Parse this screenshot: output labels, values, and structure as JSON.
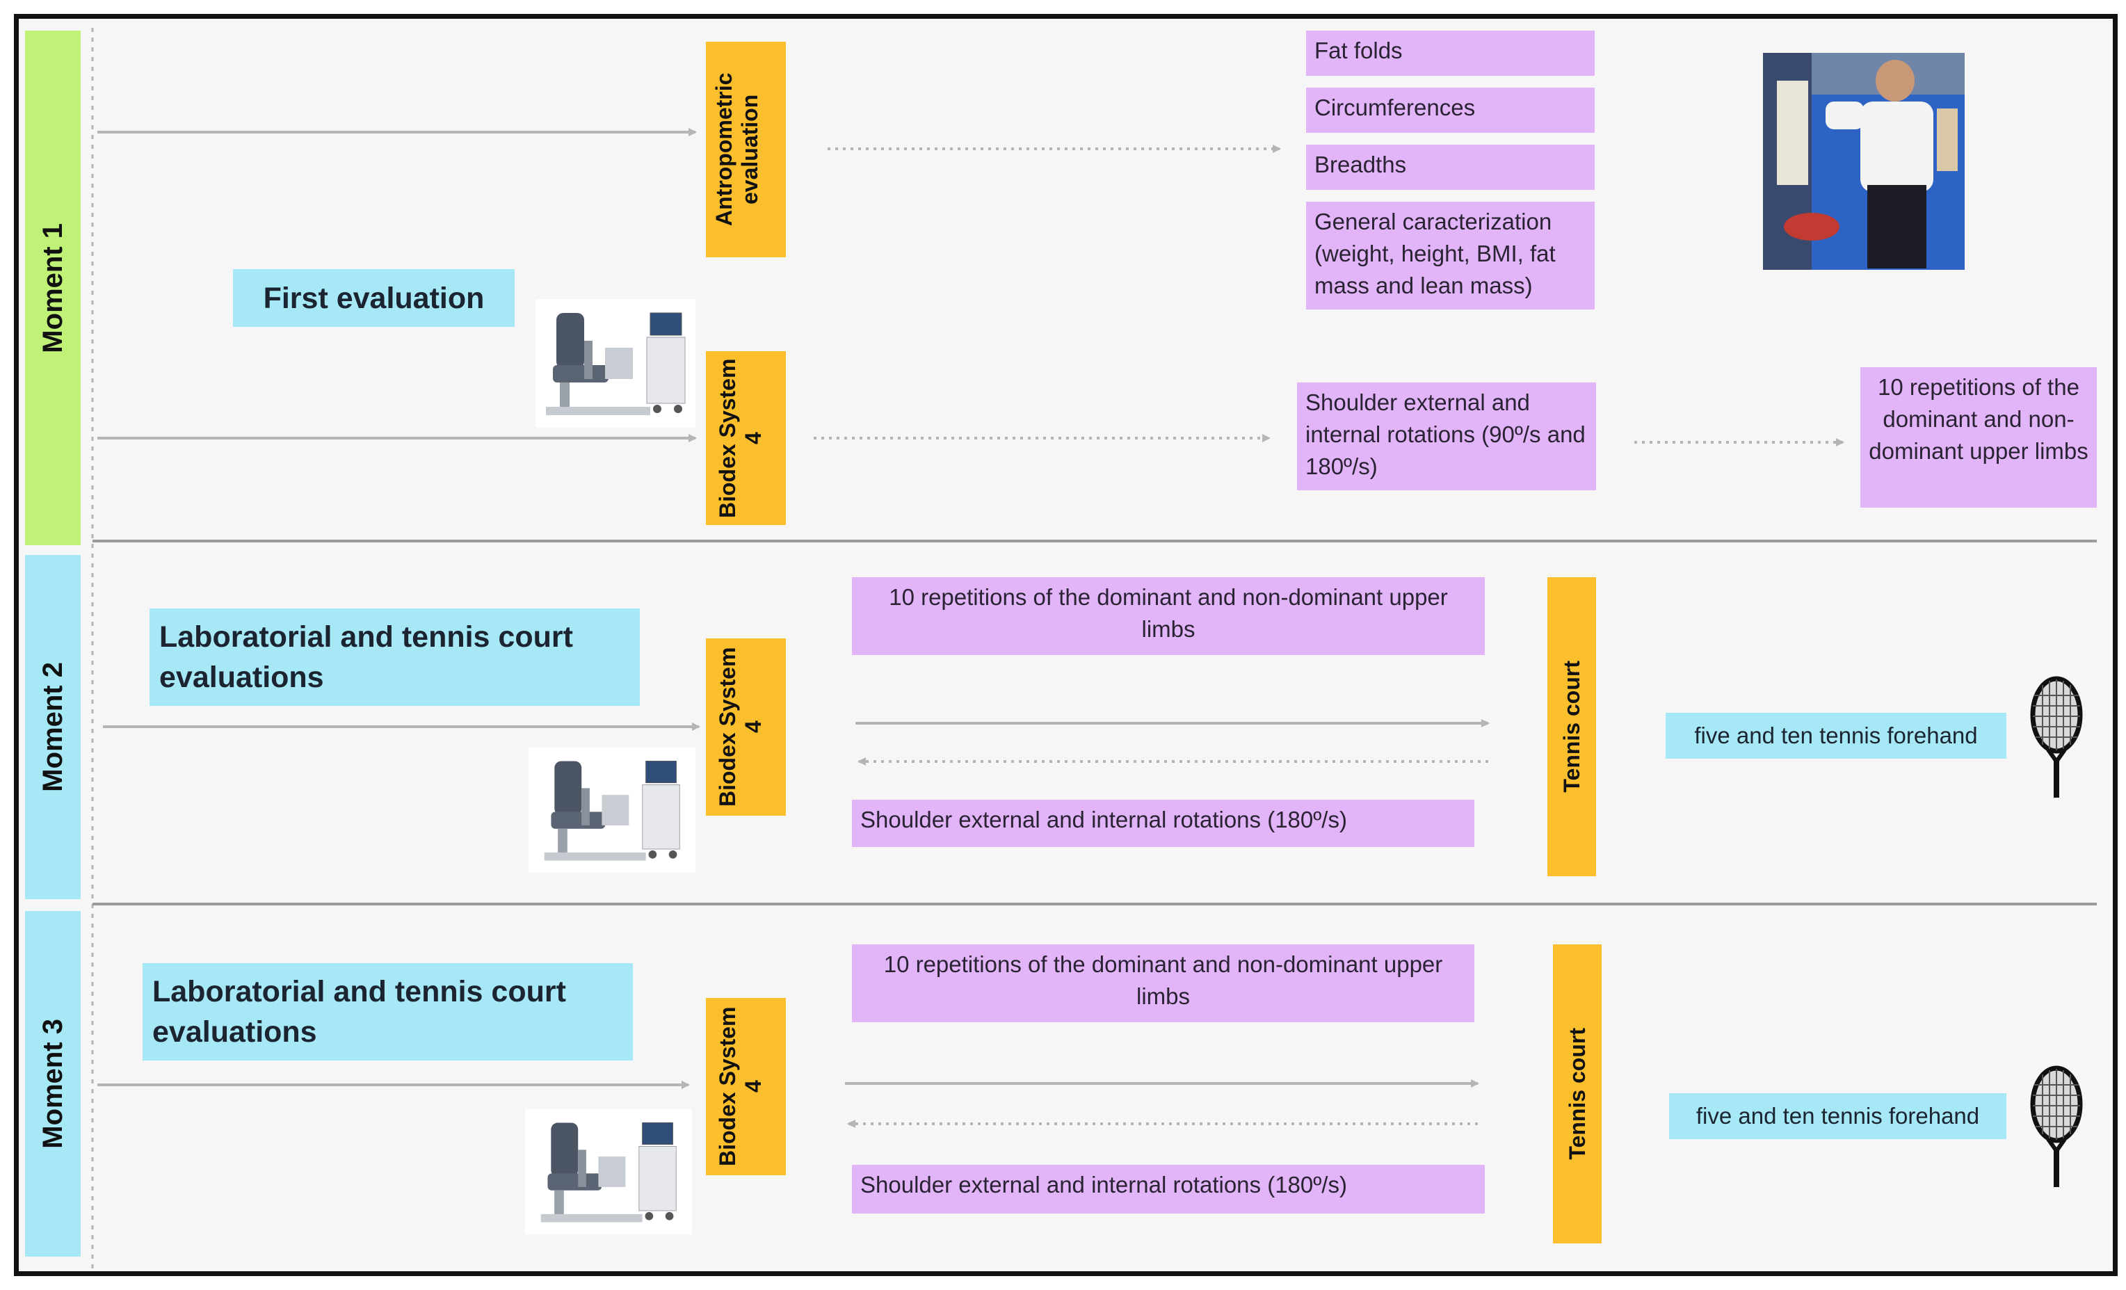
{
  "moments": [
    {
      "label": "Moment 1"
    },
    {
      "label": "Moment 2"
    },
    {
      "label": "Moment 3"
    }
  ],
  "moment1": {
    "evaluation_label": "First evaluation",
    "antropometric": "Antropometric evaluation",
    "biodex": "Biodex System 4",
    "measures": [
      "Fat folds",
      "Circumferences",
      "Breadths",
      "General caracterization (weight, height, BMI, fat mass and lean mass)"
    ],
    "biodex_protocol": "Shoulder external and internal rotations (90º/s and 180º/s)",
    "repetitions": "10 repetitions of the dominant and non-dominant upper limbs"
  },
  "moment2": {
    "evaluation_label": "Laboratorial and tennis court evaluations",
    "biodex": "Biodex System 4",
    "repetitions": "10 repetitions of the dominant and non-dominant upper limbs",
    "rotations": "Shoulder external and internal rotations (180º/s)",
    "court": "Tennis court",
    "forehand": "five and ten tennis forehand"
  },
  "moment3": {
    "evaluation_label": "Laboratorial and tennis court evaluations",
    "biodex": "Biodex System 4",
    "repetitions": "10 repetitions of the dominant and non-dominant upper limbs",
    "rotations": "Shoulder external and internal rotations (180º/s)",
    "court": "Tennis court",
    "forehand": "five and ten tennis forehand"
  },
  "colors": {
    "moment1_band": "#bff276",
    "moment2_band": "#a6e8f6",
    "moment3_band": "#a6e8f6",
    "evaluation_box": "#a6e8f6",
    "device_box": "#fbbe2d",
    "measure_box": "#e2b5f8",
    "arrow": "#b5b5b5"
  },
  "icons": [
    "biodex-machine-icon",
    "tennis-racket-icon",
    "participant-photo"
  ]
}
